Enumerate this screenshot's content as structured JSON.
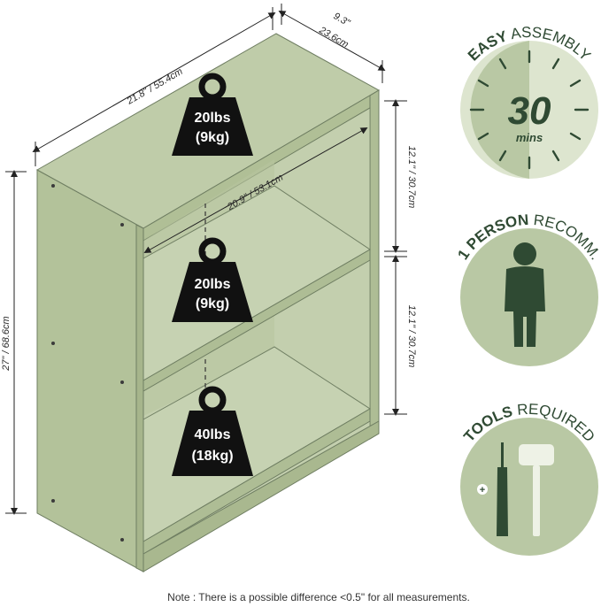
{
  "dimensions": {
    "width": "21.8\" / 55.4cm",
    "depth_in": "9.3\"",
    "depth_cm": "23.6cm",
    "height": "27\" / 68.6cm",
    "shelf_width": "20.9\" / 53.1cm",
    "upper_space": "12.1\" / 30.7cm",
    "lower_space": "12.1\" / 30.7cm"
  },
  "weights": [
    {
      "lbs": "20lbs",
      "kg": "(9kg)"
    },
    {
      "lbs": "20lbs",
      "kg": "(9kg)"
    },
    {
      "lbs": "40lbs",
      "kg": "(18kg)"
    }
  ],
  "badges": {
    "assembly": {
      "bold": "EASY",
      "rest": " ASSEMBLY",
      "number": "30",
      "unit": "mins",
      "icon": "clock-icon"
    },
    "person": {
      "bold": "1 PERSON",
      "rest": " RECOMM.",
      "icon": "person-icon"
    },
    "tools": {
      "bold": "TOOLS",
      "rest": " REQUIRED",
      "icon": "tools-icon"
    }
  },
  "colors": {
    "panel": "#b8c7a0",
    "panel_dark": "#a9ba90",
    "badge_bg": "#b9c8a4",
    "badge_light": "#dde5cf",
    "accent_dark": "#2f4a33",
    "weight_fill": "#111111"
  },
  "note": "Note : There is a possible difference <0.5\" for all measurements."
}
